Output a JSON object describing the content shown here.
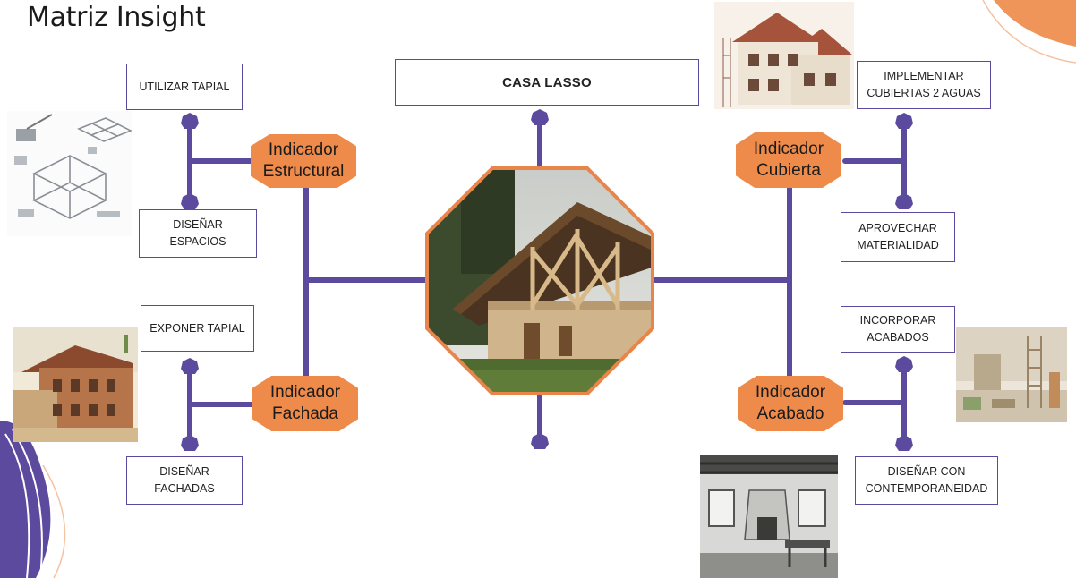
{
  "slide": {
    "title": "Matriz Insight"
  },
  "center": {
    "label": "CASA LASSO",
    "photo": "timber-roof-rammed-earth-house-photo"
  },
  "indicators": {
    "estructural": "Indicador\nEstructural",
    "fachada": "Indicador\nFachada",
    "cubierta": "Indicador\nCubierta",
    "acabado": "Indicador\nAcabado"
  },
  "actions": {
    "utilizar_tapial": "UTILIZAR TAPIAL",
    "disenar_espacios": "DISEÑAR\nESPACIOS",
    "exponer_tapial": "EXPONER TAPIAL",
    "disenar_fachadas": "DISEÑAR\nFACHADAS",
    "implementar_cubiertas": "IMPLEMENTAR\nCUBIERTAS 2 AGUAS",
    "aprovechar_materialidad": "APROVECHAR\nMATERIALIDAD",
    "incorporar_acabados": "INCORPORAR\nACABADOS",
    "disenar_contemporaneidad": "DISEÑAR CON\nCONTEMPORANEIDAD"
  },
  "colors": {
    "connector": "#5b4a9e",
    "indicator_fill": "#ee8a4a",
    "center_border": "#e8854a",
    "accent_blob": "#f0955a"
  }
}
